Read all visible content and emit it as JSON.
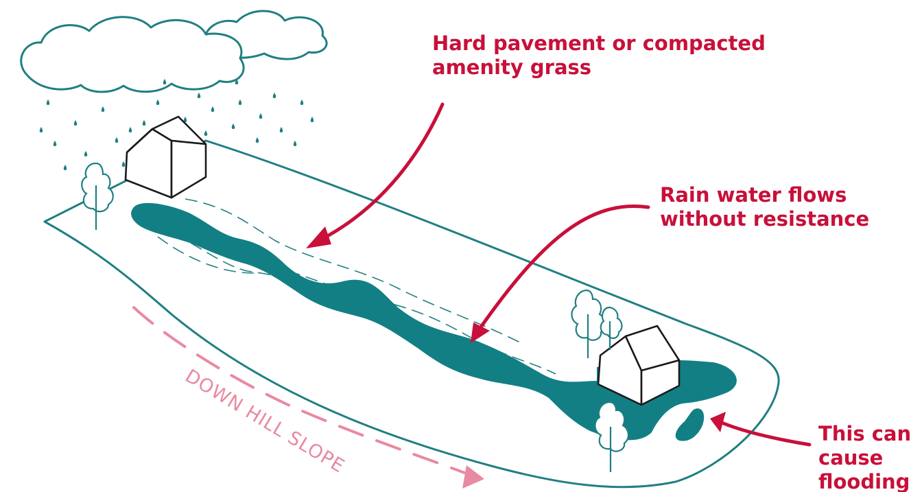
{
  "annotations": {
    "pavement": [
      "Hard pavement or compacted",
      "amenity grass"
    ],
    "rain_flow": [
      "Rain water flows",
      "without resistance"
    ],
    "flooding": [
      "This can",
      "cause",
      "flooding"
    ],
    "slope": "DOWN HILL SLOPE"
  },
  "colors": {
    "outline": "#1f7f82",
    "water": "#127f84",
    "annotation": "#c8103a",
    "slope_arrow": "#e88aa1",
    "house_stroke": "#1a1a1a"
  }
}
